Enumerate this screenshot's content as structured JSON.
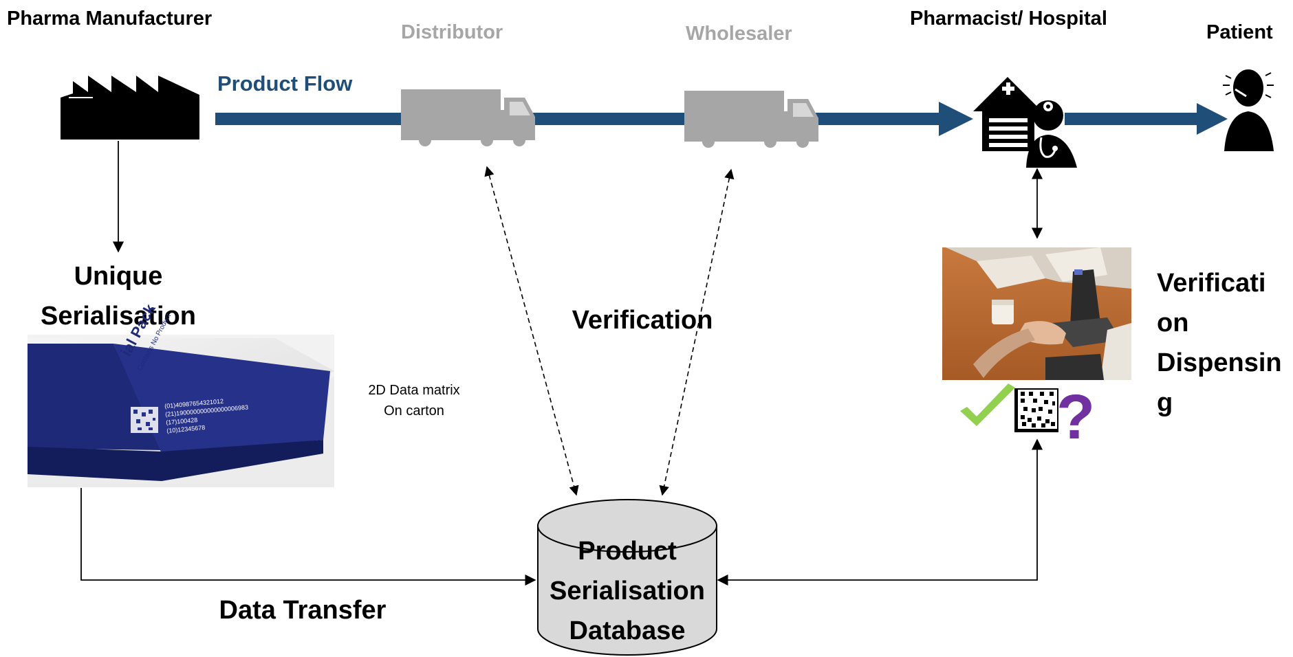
{
  "actors": {
    "manufacturer": "Pharma Manufacturer",
    "distributor": "Distributor",
    "wholesaler": "Wholesaler",
    "pharmacist": "Pharmacist/ Hospital",
    "patient": "Patient"
  },
  "product_flow_label": "Product Flow",
  "serialisation": {
    "line1": "Unique",
    "line2": "Serialisation"
  },
  "carton": {
    "caption_line1": "2D Data matrix",
    "caption_line2": "On carton",
    "pack_text": "ial Pack",
    "pack_subtext": "Contains No Product",
    "code_lines": [
      "(01)40987654321012",
      "(21)190000000000000006983",
      "(17)100428",
      "(10)12345678"
    ]
  },
  "verification_label": "Verification",
  "verification_dispensing": {
    "line1": "Verificati",
    "line2": "on",
    "line3": "Dispensin",
    "line4": "g"
  },
  "data_transfer_label": "Data Transfer",
  "database": {
    "line1": "Product",
    "line2": "Serialisation",
    "line3": "Database"
  },
  "status_symbols": {
    "check": "✓",
    "question": "?"
  },
  "colors": {
    "flow_blue": "#1f4e79",
    "truck_gray": "#a6a6a6",
    "label_gray": "#a6a6a6",
    "flow_label_blue": "#1f4e79",
    "check_green": "#92d050",
    "question_purple": "#7030a0",
    "database_fill": "#d9d9d9",
    "carton_blue": "#1e2a78"
  },
  "icons": {
    "factory": "factory-icon",
    "truck": "truck-icon",
    "hospital": "hospital-icon",
    "doctor": "doctor-icon",
    "patient": "patient-icon",
    "datamatrix": "datamatrix-icon",
    "scanner_photo": "scanner-photo"
  }
}
